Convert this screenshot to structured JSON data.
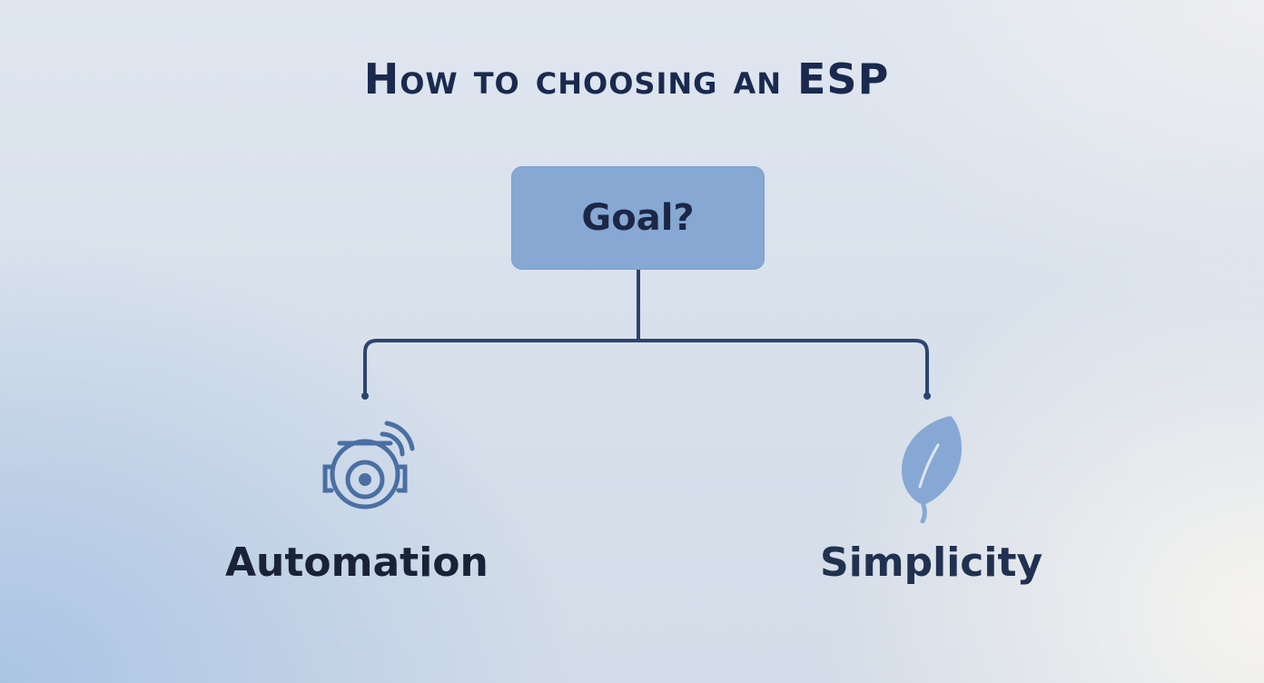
{
  "title": "How to choosing an ESP",
  "root": {
    "label": "Goal?"
  },
  "branches": [
    {
      "label": "Automation",
      "icon": "robot-vacuum-icon"
    },
    {
      "label": "Simplicity",
      "icon": "leaf-icon"
    }
  ],
  "colors": {
    "title": "#1a2a4e",
    "box_fill": "#86a8d3",
    "connector": "#2b4470",
    "icon_automation": "#4b6fa3",
    "icon_leaf": "#87a8d4"
  }
}
